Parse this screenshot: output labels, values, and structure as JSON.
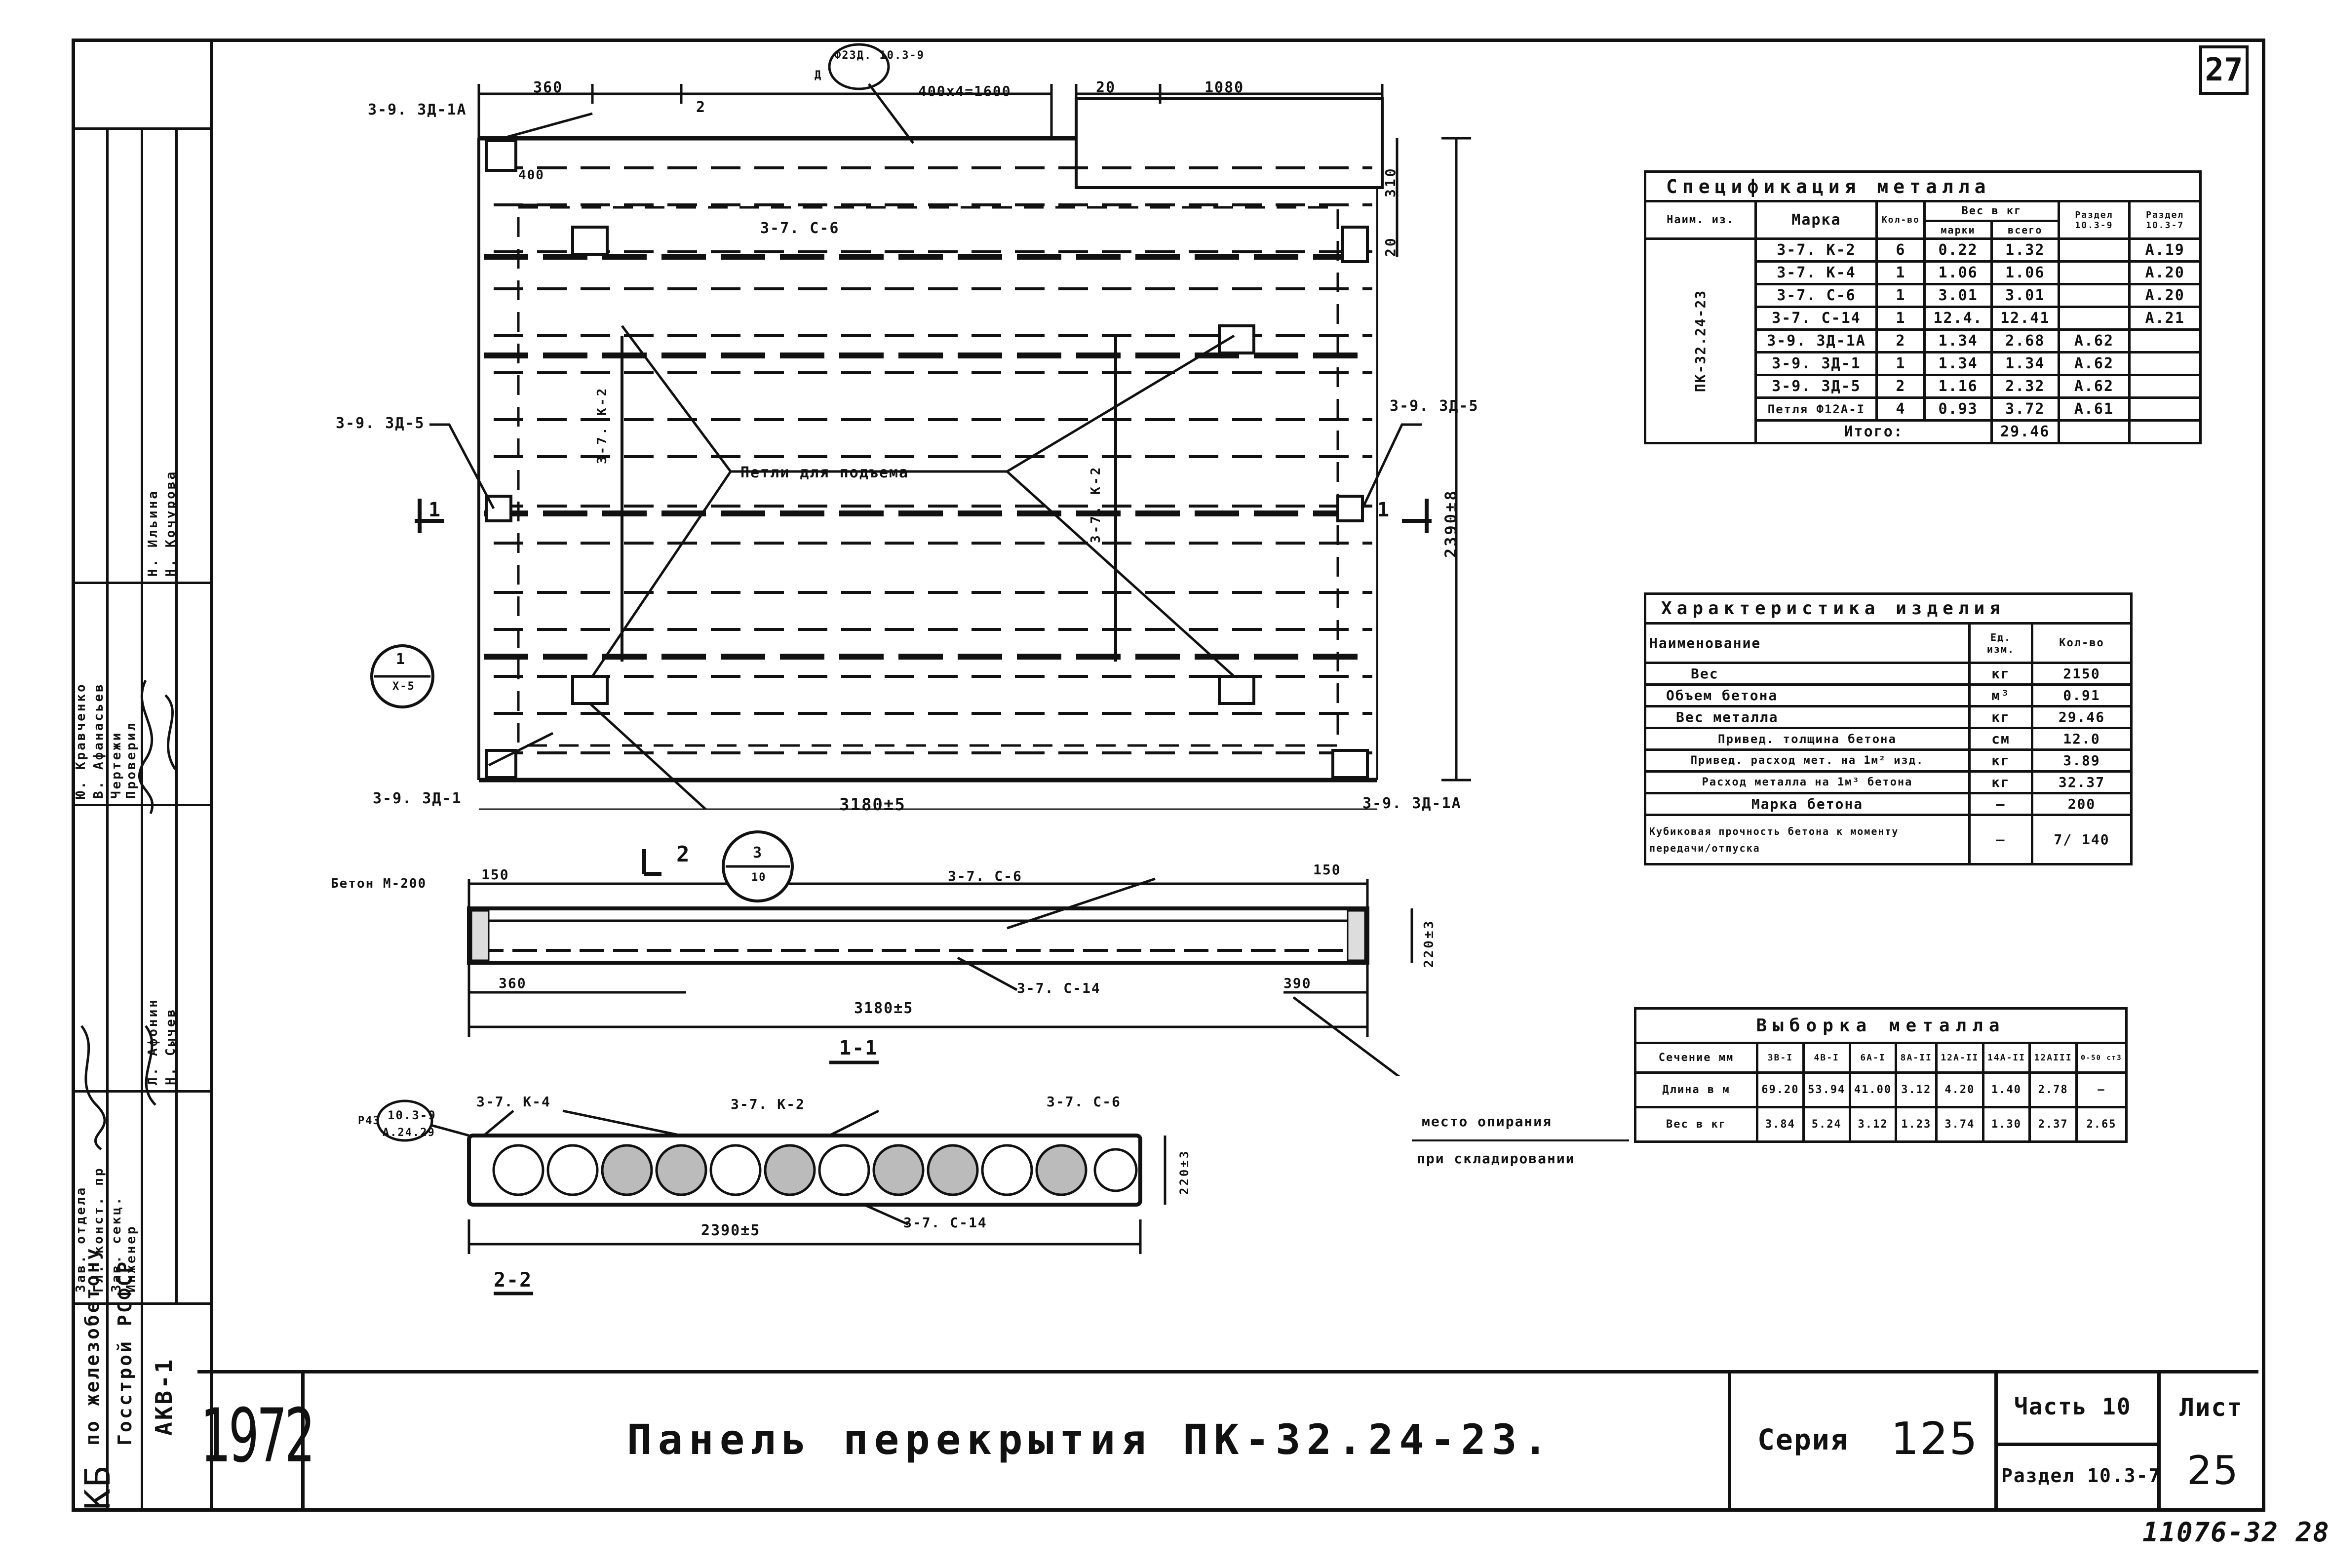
{
  "sheet_number": "27",
  "bottom_code": "11076-32 28",
  "title_block": {
    "year": "1972",
    "title": "Панель перекрытия ПК-32.24-23.",
    "series_label": "Серия",
    "series_value": "125",
    "part_label": "Часть 10",
    "section_label": "Раздел 10.3-7",
    "sheet_label": "Лист",
    "sheet_value": "25"
  },
  "side_stamp": {
    "org_kb": "КБ",
    "org_line1": "по железобетону",
    "org_line2": "Госстрой РСФСР",
    "code": "АКВ-1",
    "roles": [
      "Зав. отдела",
      "Гл. конст. пр",
      "Зав. секц.",
      "Инженер"
    ],
    "names_a": [
      "Ю. Кравченко",
      "В. Афанасьев",
      "Л. Афонин",
      "Н. Сычев"
    ],
    "roles2": [
      "Чертежи",
      "Проверил"
    ],
    "names_b": [
      "Н. Ильина",
      "Н. Кочурова"
    ]
  },
  "spec_metal": {
    "title": "Спецификация металла",
    "headers": {
      "col1": "Наим. из.",
      "col2": "Марка",
      "col3": "Кол-во",
      "weight": "Вес в кг",
      "w_mark": "марки",
      "w_total": "всего",
      "sec1": "Раздел 10.3-9",
      "sec2": "Раздел 10.3-7"
    },
    "product": "ПК-32.24-23",
    "rows": [
      {
        "mark": "3-7. К-2",
        "qty": "6",
        "w": "0.22",
        "t": "1.32",
        "s1": "",
        "s2": "А.19"
      },
      {
        "mark": "3-7. К-4",
        "qty": "1",
        "w": "1.06",
        "t": "1.06",
        "s1": "",
        "s2": "А.20"
      },
      {
        "mark": "3-7. С-6",
        "qty": "1",
        "w": "3.01",
        "t": "3.01",
        "s1": "",
        "s2": "А.20"
      },
      {
        "mark": "3-7. С-14",
        "qty": "1",
        "w": "12.4.",
        "t": "12.41",
        "s1": "",
        "s2": "А.21"
      },
      {
        "mark": "3-9. ЗД-1А",
        "qty": "2",
        "w": "1.34",
        "t": "2.68",
        "s1": "А.62",
        "s2": ""
      },
      {
        "mark": "3-9. ЗД-1",
        "qty": "1",
        "w": "1.34",
        "t": "1.34",
        "s1": "А.62",
        "s2": ""
      },
      {
        "mark": "3-9. ЗД-5",
        "qty": "2",
        "w": "1.16",
        "t": "2.32",
        "s1": "А.62",
        "s2": ""
      },
      {
        "mark": "Петля Ф12А-I",
        "qty": "4",
        "w": "0.93",
        "t": "3.72",
        "s1": "А.61",
        "s2": ""
      }
    ],
    "total_label": "Итого:",
    "total_value": "29.46"
  },
  "characteristics": {
    "title": "Характеристика изделия",
    "headers": {
      "name": "Наименование",
      "unit": "Ед. изм.",
      "qty": "Кол-во"
    },
    "rows": [
      {
        "name": "Вес",
        "unit": "кг",
        "qty": "2150"
      },
      {
        "name": "Объем бетона",
        "unit": "м³",
        "qty": "0.91"
      },
      {
        "name": "Вес металла",
        "unit": "кг",
        "qty": "29.46"
      },
      {
        "name": "Привед. толщина бетона",
        "unit": "см",
        "qty": "12.0"
      },
      {
        "name": "Привед. расход мет. на 1м² изд.",
        "unit": "кг",
        "qty": "3.89"
      },
      {
        "name": "Расход металла на 1м³ бетона",
        "unit": "кг",
        "qty": "32.37"
      },
      {
        "name": "Марка бетона",
        "unit": "—",
        "qty": "200"
      },
      {
        "name": "Кубиковая прочность бетона к моменту передачи/отпуска",
        "unit": "—",
        "qty": "7/ 140"
      }
    ]
  },
  "metal_sample": {
    "title": "Выборка металла",
    "headers": [
      "Сечение мм",
      "3В-I",
      "4В-I",
      "6А-I",
      "8А-II",
      "12А-II",
      "14А-II",
      "12АIII",
      "Ф-50 ст3"
    ],
    "rows": [
      {
        "label": "Длина в м",
        "values": [
          "69.20",
          "53.94",
          "41.00",
          "3.12",
          "4.20",
          "1.40",
          "2.78",
          "—"
        ]
      },
      {
        "label": "Вес в кг",
        "values": [
          "3.84",
          "5.24",
          "3.12",
          "1.23",
          "3.74",
          "1.30",
          "2.37",
          "2.65"
        ]
      }
    ]
  },
  "plan": {
    "dims_top": [
      "360",
      "2",
      "400x4=1600",
      "20",
      "1080"
    ],
    "top_callout": "Ф23Д. 10.3-9",
    "top_callout_sub": "Д",
    "dim_overall": "3180±5",
    "dim_height": "2390±8",
    "dim_right_a": "310",
    "dim_right_b": "20",
    "dim_400": "400",
    "center_label": "Петли для подъема",
    "left_labels": [
      "3-9. ЗД-1А",
      "3-9. ЗД-5",
      "3-9. ЗД-1"
    ],
    "right_labels": [
      "3-9. ЗД-5",
      "3-9. ЗД-1А"
    ],
    "mark_k2_a": "3-7. К-2",
    "mark_k2_b": "3-7. К-2",
    "mark_c6": "3-7. С-6",
    "section_mark": "1",
    "node_a": "1",
    "node_a_sub": "Х-5",
    "node_b": "3",
    "node_b_sub": "10"
  },
  "section_11": {
    "label": "1-1",
    "beton": "Бетон М-200",
    "dim_left": "150",
    "dim_right": "150",
    "dim_bottom_left": "360",
    "dim_bottom_right": "390",
    "dim_overall": "3180±5",
    "dim_height": "220±3",
    "mark_c6": "3-7. С-6",
    "mark_c14": "3-7. С-14",
    "section_mark": "2",
    "place_line1": "место опирания",
    "place_line2": "при складировании"
  },
  "section_22": {
    "label": "2-2",
    "mark_k4": "3-7. К-4",
    "mark_k2": "3-7. К-2",
    "mark_c6": "3-7. С-6",
    "mark_c14": "3-7. С-14",
    "callout": "10.3-9",
    "callout_sub": "А.24.29",
    "prefix": "Р43",
    "dim_width": "2390±5",
    "dim_height": "220±3"
  }
}
